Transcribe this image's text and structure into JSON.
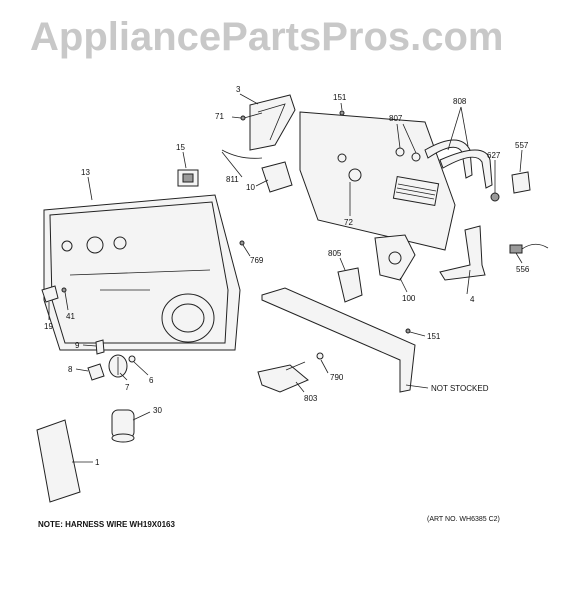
{
  "watermark": "AppliancePartsPros.com",
  "callouts": {
    "c3": "3",
    "c71": "71",
    "c151a": "151",
    "c807": "807",
    "c808": "808",
    "c15": "15",
    "c811": "811",
    "c10": "10",
    "c72": "72",
    "c627": "627",
    "c557": "557",
    "c13": "13",
    "c769": "769",
    "c805": "805",
    "c100": "100",
    "c4": "4",
    "c556": "556",
    "c19": "19",
    "c41": "41",
    "c151b": "151",
    "c9": "9",
    "c8": "8",
    "c7": "7",
    "c6": "6",
    "c790": "790",
    "c803": "803",
    "c30": "30",
    "c1": "1"
  },
  "not_stocked": "NOT STOCKED",
  "note": "NOTE: HARNESS WIRE WH19X0163",
  "art_no": "(ART NO. WH6385 C2)"
}
